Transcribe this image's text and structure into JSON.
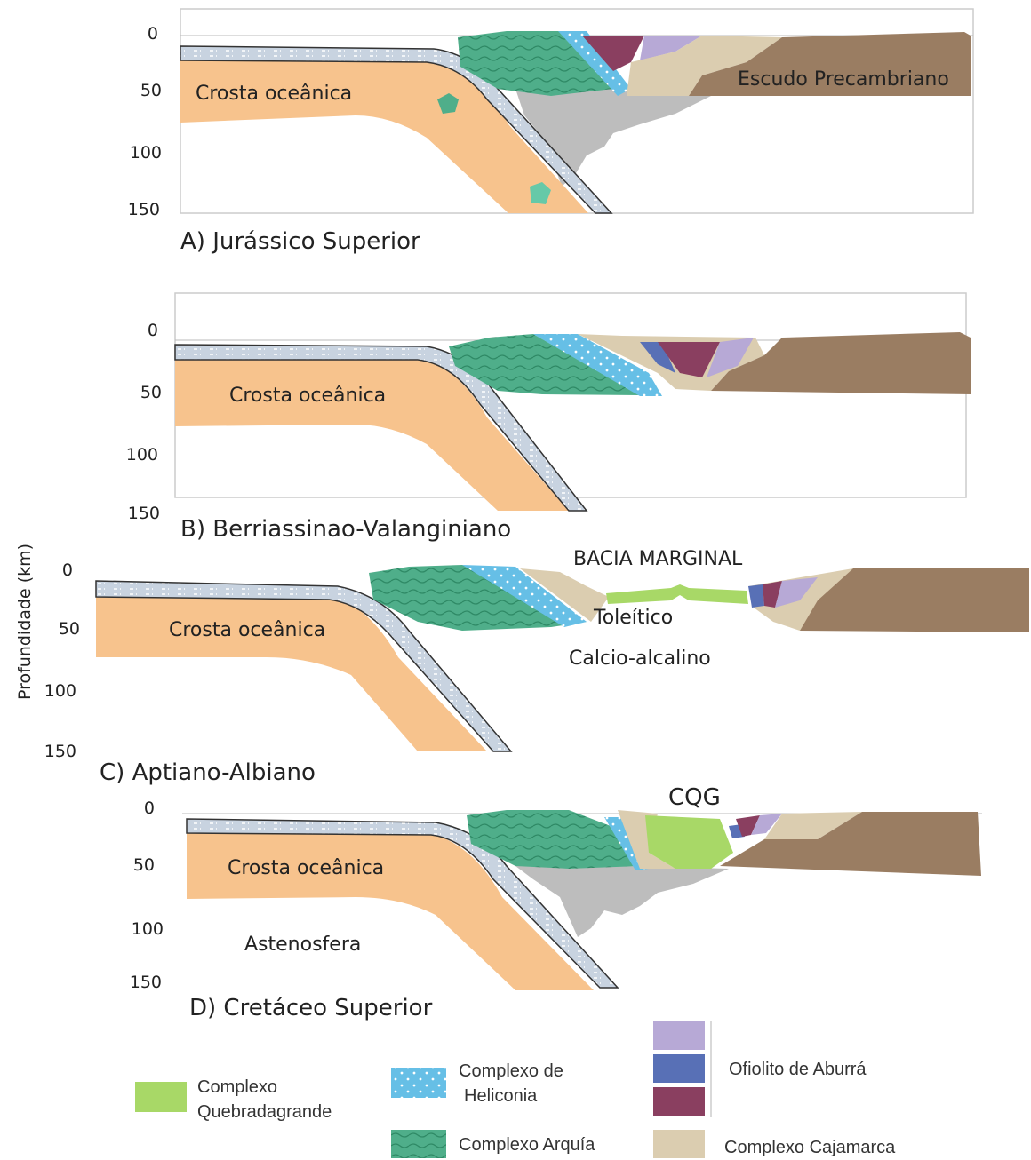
{
  "y_axis_label": "Profundidade (km)",
  "panels": [
    {
      "title": "A) Jurássico Superior",
      "ticks": [
        "0",
        "50",
        "100",
        "150"
      ],
      "crust_label": "Crosta oceânica",
      "shield_label": "Escudo Precambriano"
    },
    {
      "title": "B) Berriassinao-Valanginiano",
      "ticks": [
        "0",
        "50",
        "100",
        "150"
      ],
      "crust_label": "Crosta oceânica"
    },
    {
      "title": "C) Aptiano-Albiano",
      "ticks": [
        "0",
        "50",
        "100",
        "150"
      ],
      "crust_label": "Crosta oceânica",
      "basin_label": "BACIA MARGINAL",
      "tholeiitic_label": "Toleítico",
      "calc_alkaline_label": "Calcio-alcalino"
    },
    {
      "title": "D) Cretáceo Superior",
      "ticks": [
        "0",
        "50",
        "100",
        "150"
      ],
      "crust_label": "Crosta oceânica",
      "asthenosphere_label": "Astenosfera",
      "cqg_label": "CQG"
    }
  ],
  "legend": {
    "quebradagrande": [
      "Complexo",
      "Quebradagrande"
    ],
    "heliconia": [
      "Complexo de",
      "Heliconia"
    ],
    "arquia": "Complexo Arquía",
    "aburra": "Ofiolito de Aburrá",
    "cajamarca": "Complexo Cajamarca"
  },
  "colors": {
    "oceanic_crust": "#f7c38d",
    "slab": "#c8d3e0",
    "arquia": "#4fae8a",
    "heliconia": "#66bfe6",
    "quebradagrande": "#a8d867",
    "aburra_light": "#b7a9d6",
    "aburra_mid": "#5870b6",
    "aburra_dark": "#8a3f60",
    "cajamarca": "#dbcdb0",
    "shield": "#9a7d62",
    "melt": "#bdbdbd"
  }
}
